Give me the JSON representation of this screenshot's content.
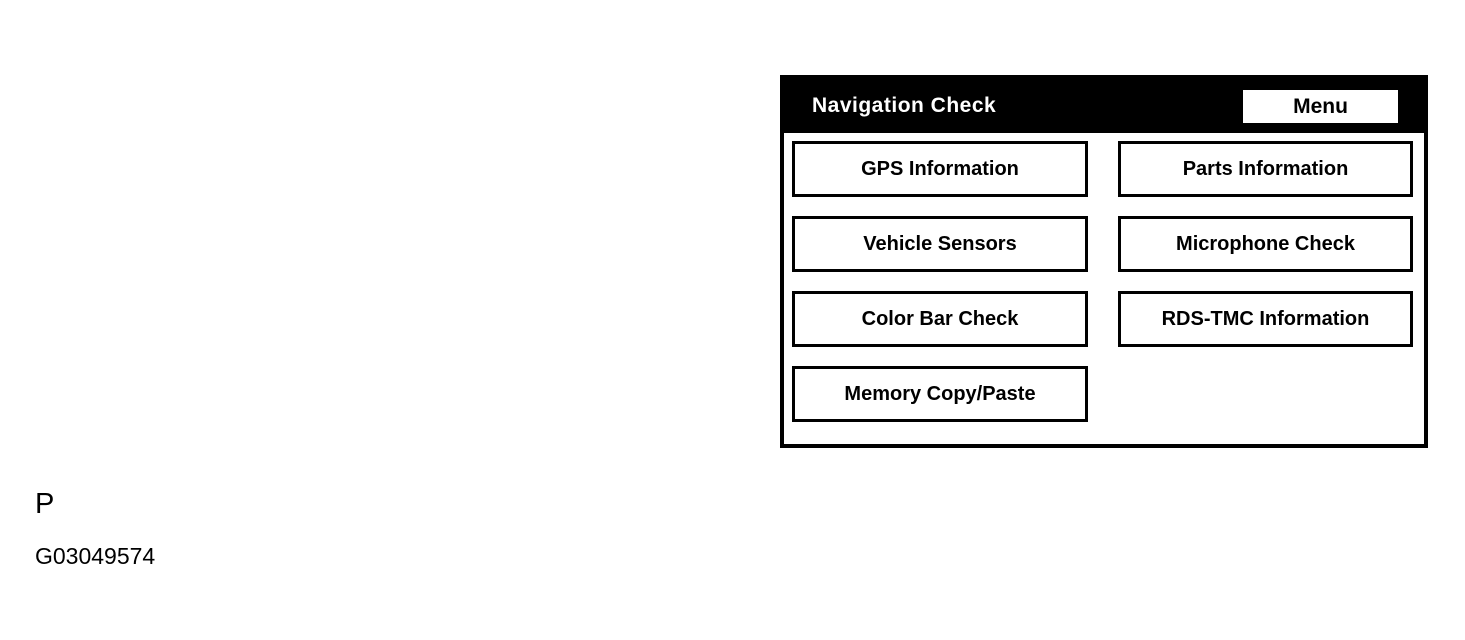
{
  "figure": {
    "label": "P",
    "id": "G03049574"
  },
  "screen": {
    "title": "Navigation Check",
    "menu_button_label": "Menu",
    "buttons": [
      {
        "label": "GPS Information"
      },
      {
        "label": "Parts Information"
      },
      {
        "label": "Vehicle Sensors"
      },
      {
        "label": "Microphone Check"
      },
      {
        "label": "Color Bar Check"
      },
      {
        "label": "RDS-TMC Information"
      },
      {
        "label": "Memory Copy/Paste"
      }
    ],
    "colors": {
      "header_bg": "#000000",
      "header_text": "#ffffff",
      "body_bg": "#ffffff",
      "button_border": "#000000",
      "button_text": "#000000"
    }
  }
}
